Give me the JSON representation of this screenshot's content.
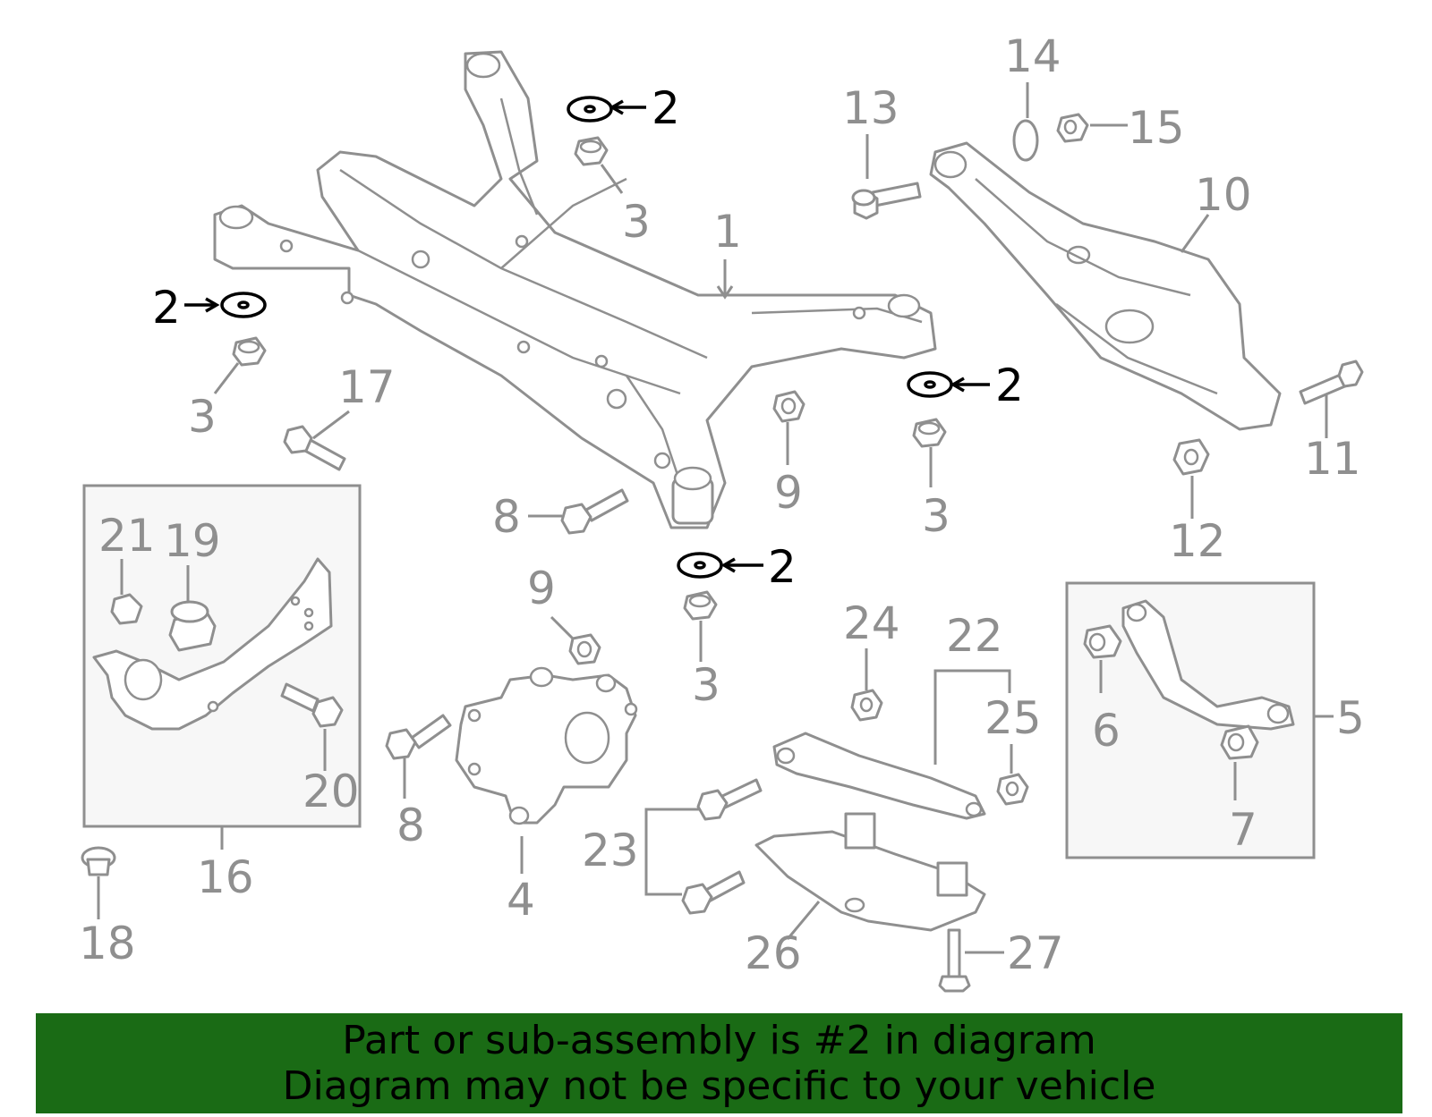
{
  "banner": {
    "line1": "Part or sub-assembly is #2 in diagram",
    "line2": "Diagram may not be specific to your vehicle",
    "background_color": "#1a6b15"
  },
  "highlight_color": "#000000",
  "part_color": "#8f8f8f",
  "callouts": {
    "c1": "1",
    "c2a": "2",
    "c2b": "2",
    "c2c": "2",
    "c2d": "2",
    "c3a": "3",
    "c3b": "3",
    "c3c": "3",
    "c3d": "3",
    "c4": "4",
    "c5": "5",
    "c6": "6",
    "c7": "7",
    "c8a": "8",
    "c8b": "8",
    "c9a": "9",
    "c9b": "9",
    "c10": "10",
    "c11": "11",
    "c12": "12",
    "c13": "13",
    "c14": "14",
    "c15": "15",
    "c16": "16",
    "c17": "17",
    "c18": "18",
    "c19": "19",
    "c20": "20",
    "c21": "21",
    "c22": "22",
    "c23": "23",
    "c24": "24",
    "c25": "25",
    "c26": "26",
    "c27": "27"
  }
}
